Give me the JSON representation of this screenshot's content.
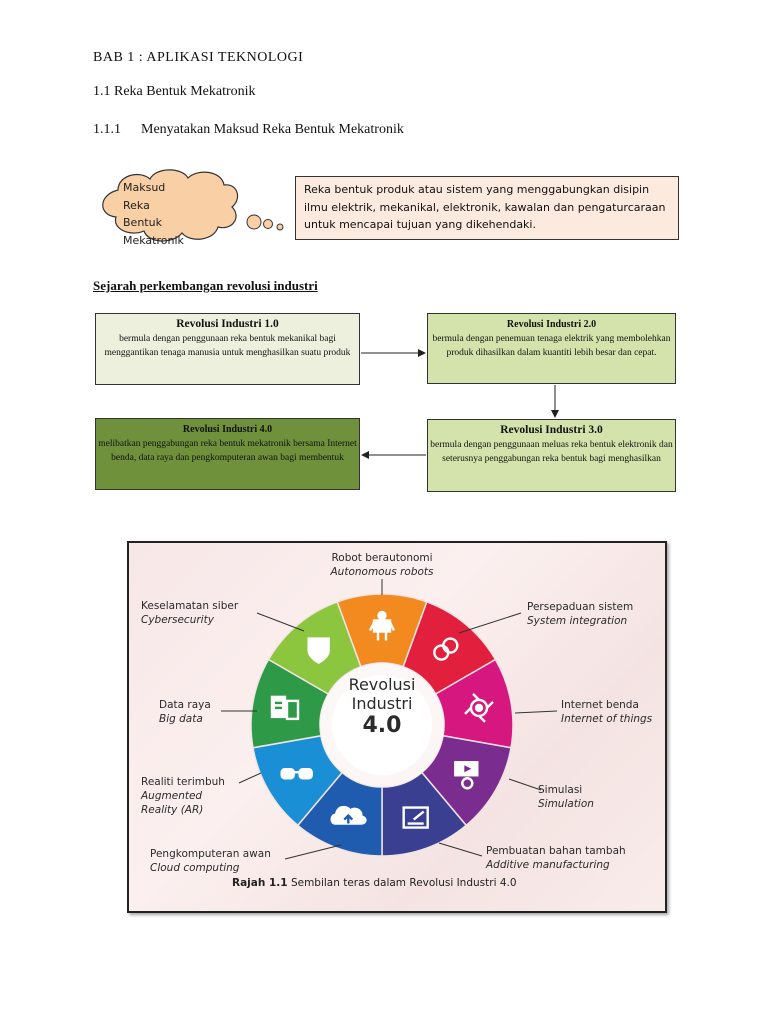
{
  "headings": {
    "bab": "BAB 1 : APLIKASI TEKNOLOGI",
    "section": "1.1 Reka Bentuk Mekatronik",
    "subsection_num": "1.1.1",
    "subsection_title": "Menyatakan Maksud Reka Bentuk Mekatronik"
  },
  "cloud": {
    "lines": [
      "Maksud",
      "Reka",
      "Bentuk",
      "Mekatronik"
    ]
  },
  "definition": "Reka bentuk produk atau sistem yang menggabungkan disipin ilmu elektrik, mekanikal, elektronik, kawalan dan pengaturcaraan untuk mencapai tujuan yang dikehendaki.",
  "sejarah_title": "Sejarah perkembangan revolusi industri",
  "revolutions": [
    {
      "title": "Revolusi Industri 1.0",
      "text": "bermula dengan penggunaan reka bentuk mekanikal bagi menggantikan tenaga manusia untuk menghasilkan suatu produk"
    },
    {
      "title": "Revolusi Industri 2.0",
      "text": "bermula dengan penemuan tenaga elektrik yang membolehkan produk dihasilkan dalam kuantiti lebih besar dan cepat."
    },
    {
      "title": "Revolusi Industri 3.0",
      "text": "bermula dengan penggunaan meluas reka bentuk elektronik dan seterusnya penggabungan reka bentuk bagi menghasilkan"
    },
    {
      "title": "Revolusi Industri 4.0",
      "text": "melibatkan penggabungan reka bentuk mekatronik bersama Internet benda, data raya dan pengkomputeran awan bagi membentuk"
    }
  ],
  "figure": {
    "center_line1": "Revolusi",
    "center_line2": "Industri",
    "center_line3": "4.0",
    "caption_label": "Rajah 1.1",
    "caption_text": "Sembilan teras dalam Revolusi Industri 4.0",
    "pillars": [
      {
        "ms": "Robot berautonomi",
        "en": "Autonomous robots",
        "color": "#f28a1f",
        "icon": "robot-icon"
      },
      {
        "ms": "Persepaduan sistem",
        "en": "System integration",
        "color": "#e21f3c",
        "icon": "rings-icon"
      },
      {
        "ms": "Internet benda",
        "en": "Internet of things",
        "color": "#d6177f",
        "icon": "circuit-icon"
      },
      {
        "ms": "Simulasi",
        "en": "Simulation",
        "color": "#7a2d8e",
        "icon": "film-gear-icon"
      },
      {
        "ms": "Pembuatan bahan tambah",
        "en": "Additive manufacturing",
        "color": "#3a3f92",
        "icon": "printer-icon"
      },
      {
        "ms": "Pengkomputeran awan",
        "en": "Cloud computing",
        "color": "#1f5cb0",
        "icon": "cloud-upload-icon"
      },
      {
        "ms": "Realiti terimbuh",
        "en": "Augmented Reality (AR)",
        "color": "#1b8fd6",
        "icon": "glasses-icon"
      },
      {
        "ms": "Data raya",
        "en": "Big data",
        "color": "#2e9a47",
        "icon": "documents-icon"
      },
      {
        "ms": "Keselamatan siber",
        "en": "Cybersecurity",
        "color": "#8cc63e",
        "icon": "shield-icon"
      }
    ]
  }
}
